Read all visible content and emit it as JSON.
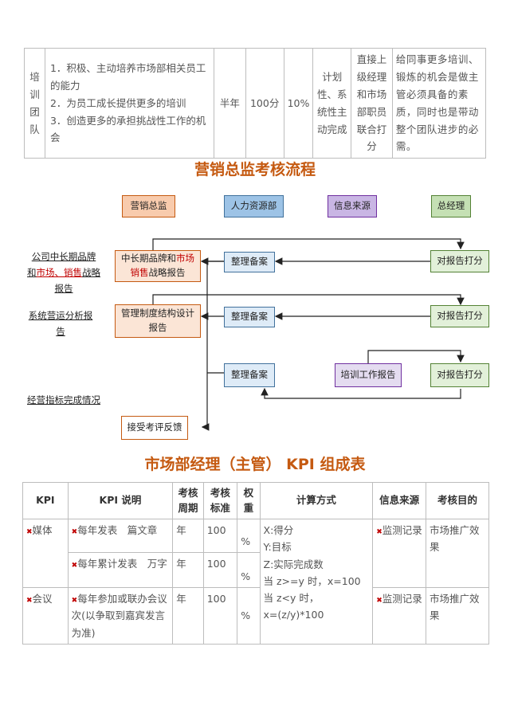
{
  "top_row": {
    "category": "培训团队",
    "description_lines": [
      "1．积极、主动培养市场部相关员工的能力",
      "2．为员工成长提供更多的培训",
      "3．创造更多的承担挑战性工作的机会"
    ],
    "period": "半年",
    "standard": "100分",
    "weight": "10%",
    "method": "计划性、系统性主动完成",
    "source": "直接上级经理和市场部职员联合打分",
    "purpose": "给同事更多培训、锻炼的机会是做主管必须具备的素质，同时也是带动整个团队进步的必需。"
  },
  "flow": {
    "title": "营销总监考核流程",
    "lanes": [
      "营销总监",
      "人力资源部",
      "信息来源",
      "总经理"
    ],
    "left_labels": {
      "label1_a": "公司中长期品牌",
      "label1_b_pre": "和",
      "label1_b_red": "市场、销售",
      "label1_b_post": "战略",
      "label1_c": "报告",
      "label2_a": "系统营运分析报",
      "label2_b": "告",
      "label3": "经营指标完成情况"
    },
    "boxes": {
      "strategy_pre": "中长期品牌和",
      "strategy_red1": "市场",
      "strategy_red2": "销售",
      "strategy_post": "战略报告",
      "mgmt": "管理制度结构设计报告",
      "record1": "整理备案",
      "record2": "整理备案",
      "record3": "整理备案",
      "score1": "对报告打分",
      "score2": "对报告打分",
      "score3": "对报告打分",
      "training": "培训工作报告",
      "feedback": "接受考评反馈"
    }
  },
  "kpi": {
    "title": "市场部经理（主管） KPI 组成表",
    "headers": [
      "KPI",
      "KPI 说明",
      "考核周期",
      "考核标准",
      "权重",
      "计算方式",
      "信息来源",
      "考核目的"
    ],
    "rows": [
      {
        "kpi": "媒体",
        "desc": "每年发表　篇文章",
        "period": "年",
        "standard": "100",
        "weight": "%"
      },
      {
        "desc": "每年累计发表　万字",
        "period": "年",
        "standard": "100",
        "weight": "%"
      },
      {
        "kpi": "会议",
        "desc": "每年参加或联办会议　次(以争取到嘉宾发言为准)",
        "period": "年",
        "standard": "100",
        "weight": "%"
      }
    ],
    "calc_lines": [
      "X:得分",
      "Y:目标",
      "Z:实际完成数",
      "当 z>=y 时，x=100",
      "当 z<y 时，",
      "x=(z/y)*100"
    ],
    "source1": "监测记录",
    "source2": "监测记录",
    "purpose1": "市场推广效果",
    "purpose2": "市场推广效果",
    "mark_symbol": "✖"
  }
}
